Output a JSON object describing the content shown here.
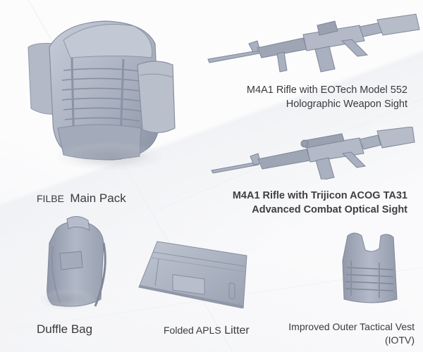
{
  "items": [
    {
      "id": "filbe-main-pack",
      "label_prefix": "FILBE",
      "label_main": "Main Pack",
      "icon": "backpack-icon"
    },
    {
      "id": "m4a1-eotech",
      "label_line1": "M4A1 Rifle with EOTech Model 552",
      "label_line2": "Holographic Weapon Sight",
      "icon": "rifle-icon"
    },
    {
      "id": "m4a1-acog",
      "label_line1": "M4A1 Rifle with Trijicon ACOG TA31",
      "label_line2": "Advanced Combat Optical Sight",
      "icon": "rifle-scope-icon"
    },
    {
      "id": "duffle-bag",
      "label": "Duffle Bag",
      "icon": "duffle-bag-icon"
    },
    {
      "id": "apls-litter",
      "label_prefix": "Folded APLS",
      "label_main": "Litter",
      "icon": "folded-litter-icon"
    },
    {
      "id": "iotv",
      "label_line1": "Improved Outer Tactical Vest",
      "label_line2": "(IOTV)",
      "icon": "vest-icon"
    }
  ],
  "colors": {
    "model_fill": "#a9b0bf",
    "model_light": "#c3c9d5",
    "model_dark": "#7f8799",
    "text": "#3a3a3d",
    "background": "#fbfbfc"
  }
}
